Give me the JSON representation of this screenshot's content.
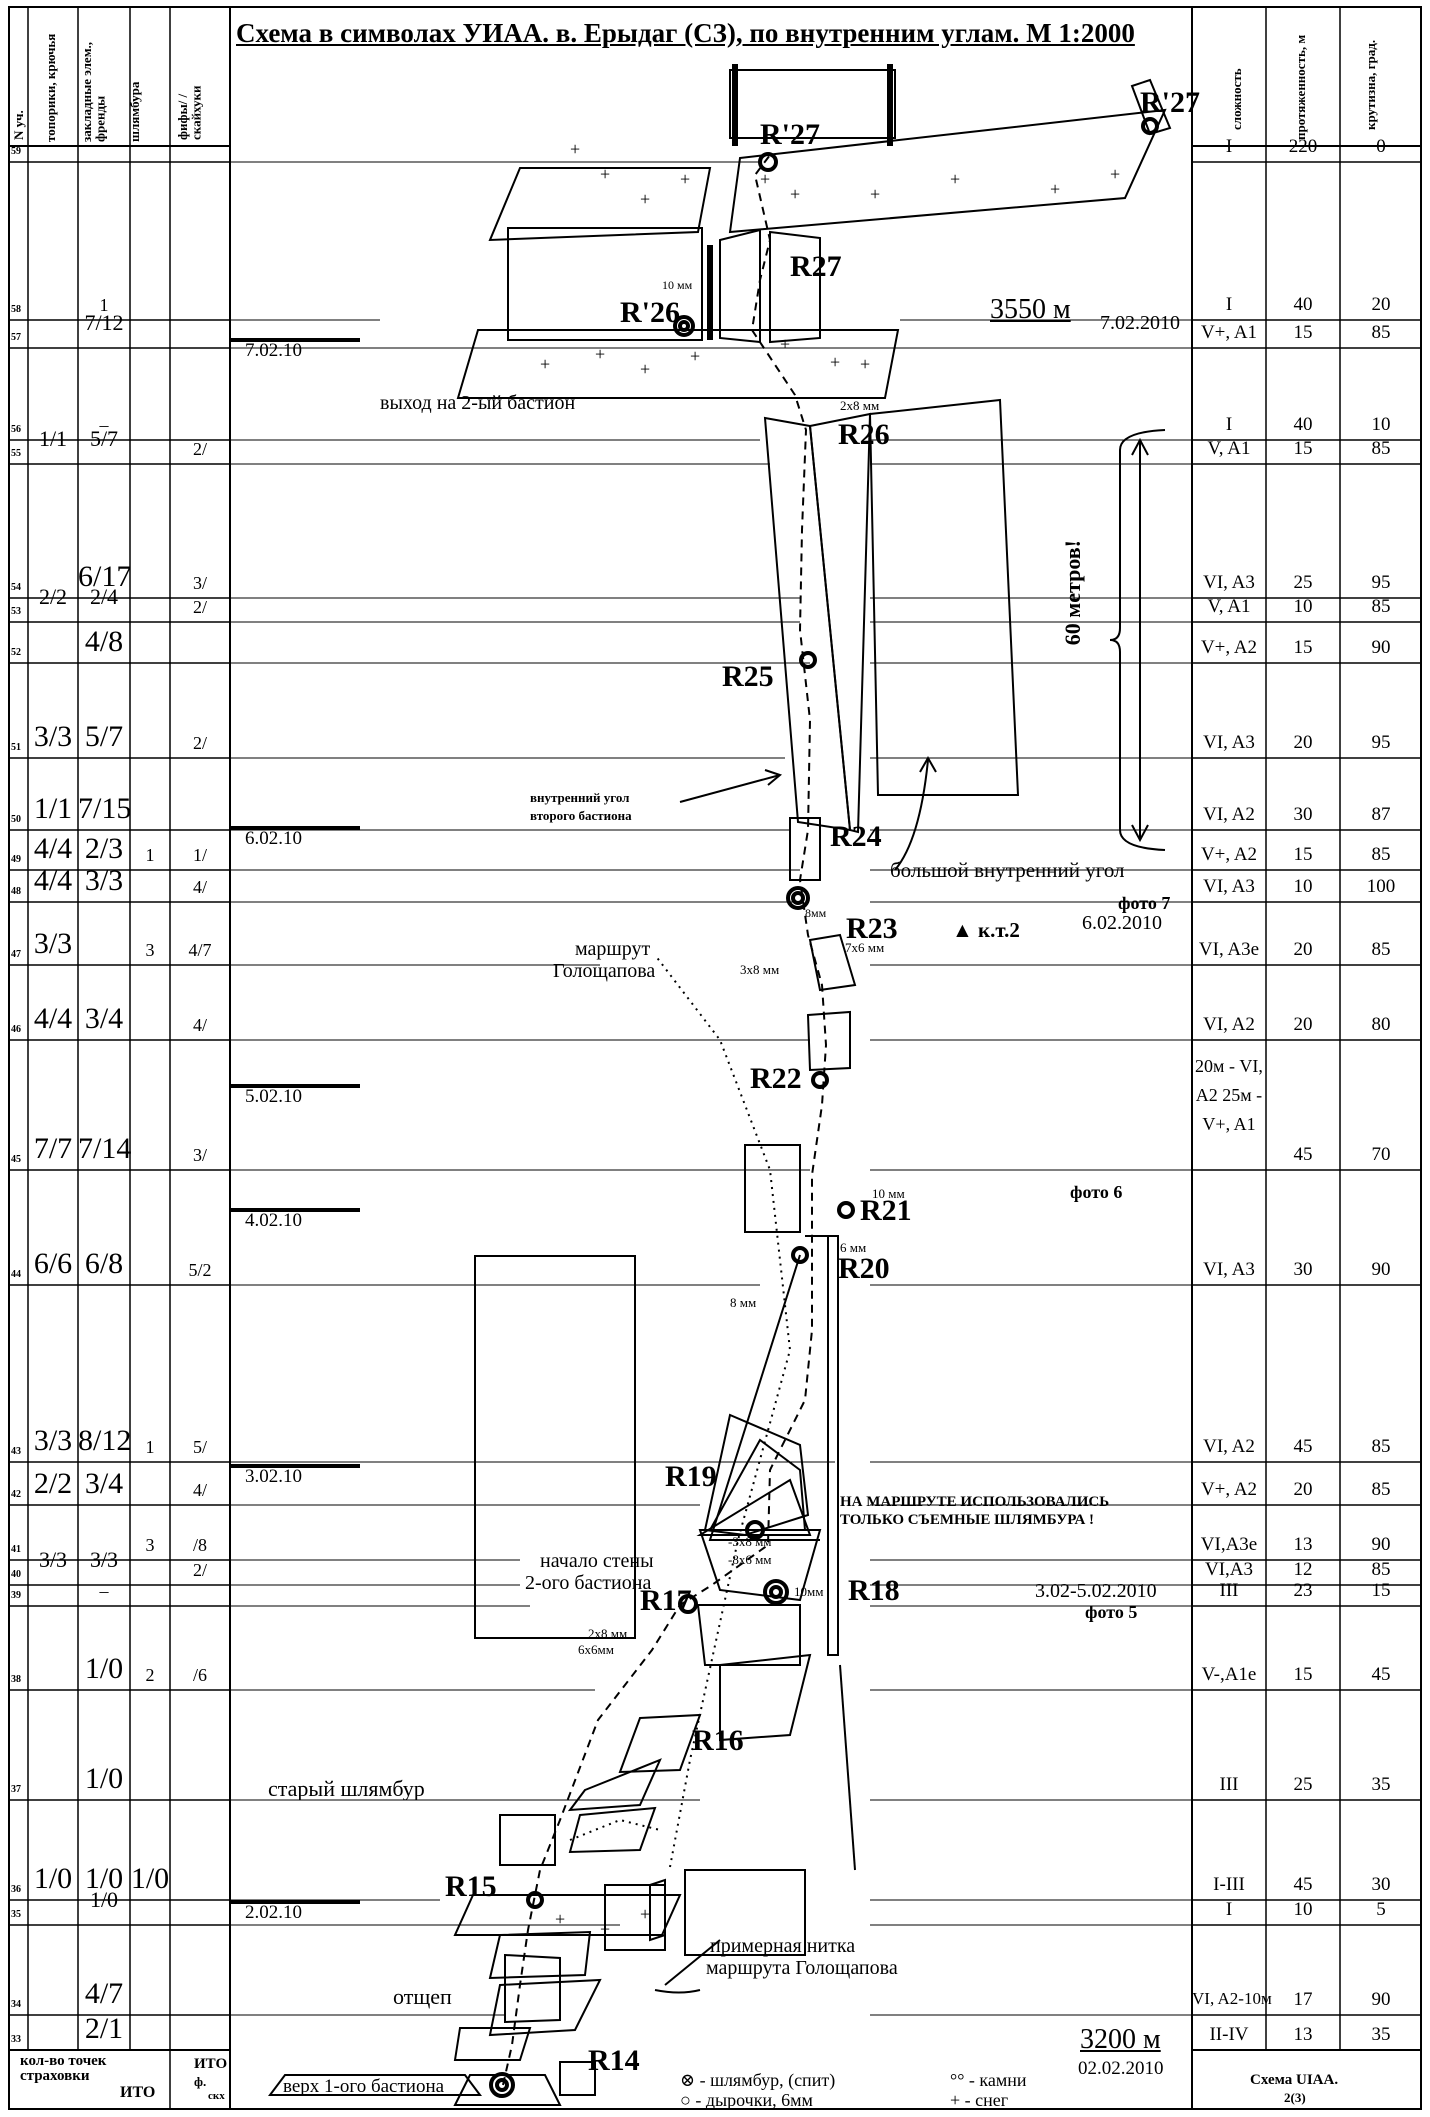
{
  "title": "Схема в символах УИАА. в. Ерыдаг (СЗ), по внутренним углам.  М 1:2000",
  "headers": {
    "n": "N уч.",
    "pitons": "топорики, крючья",
    "nuts": "закладные элем., френды",
    "bolts": "шлямбура",
    "hooks": "фифы/ /скайхуки",
    "difficulty": "сложность",
    "length": "протяженность, м",
    "angle": "крутизна, град."
  },
  "rows": [
    {
      "n": "59",
      "pitons": "",
      "nuts": "",
      "bolts": "",
      "hooks": "",
      "difficulty": "I",
      "length": "220",
      "angle": "0"
    },
    {
      "n": "58",
      "pitons": "",
      "nuts": "1",
      "bolts": "",
      "hooks": "",
      "difficulty": "I",
      "length": "40",
      "angle": "20"
    },
    {
      "n": "57",
      "pitons": "",
      "nuts": "7/12",
      "bolts": "",
      "hooks": "",
      "difficulty": "V+, A1",
      "length": "15",
      "angle": "85"
    },
    {
      "n": "56",
      "pitons": "",
      "nuts": "–",
      "bolts": "",
      "hooks": "",
      "difficulty": "I",
      "length": "40",
      "angle": "10"
    },
    {
      "n": "55",
      "pitons": "1/1",
      "nuts": "5/7",
      "bolts": "",
      "hooks": "2/",
      "difficulty": "V, A1",
      "length": "15",
      "angle": "85"
    },
    {
      "n": "54",
      "pitons": "",
      "nuts": "6/17",
      "bolts": "",
      "hooks": "3/",
      "difficulty": "VI, A3",
      "length": "25",
      "angle": "95"
    },
    {
      "n": "53",
      "pitons": "2/2",
      "nuts": "2/4",
      "bolts": "",
      "hooks": "2/",
      "difficulty": "V, A1",
      "length": "10",
      "angle": "85"
    },
    {
      "n": "52",
      "pitons": "",
      "nuts": "4/8",
      "bolts": "",
      "hooks": "",
      "difficulty": "V+, A2",
      "length": "15",
      "angle": "90"
    },
    {
      "n": "51",
      "pitons": "3/3",
      "nuts": "5/7",
      "bolts": "",
      "hooks": "2/",
      "difficulty": "VI, A3",
      "length": "20",
      "angle": "95"
    },
    {
      "n": "50",
      "pitons": "1/1",
      "nuts": "7/15",
      "bolts": "",
      "hooks": "",
      "difficulty": "VI, A2",
      "length": "30",
      "angle": "87"
    },
    {
      "n": "49",
      "pitons": "4/4",
      "nuts": "2/3",
      "bolts": "1",
      "hooks": "1/",
      "difficulty": "V+, A2",
      "length": "15",
      "angle": "85"
    },
    {
      "n": "48",
      "pitons": "4/4",
      "nuts": "3/3",
      "bolts": "",
      "hooks": "4/",
      "difficulty": "VI, A3",
      "length": "10",
      "angle": "100"
    },
    {
      "n": "47",
      "pitons": "3/3",
      "nuts": "",
      "bolts": "3",
      "hooks": "4/7",
      "difficulty": "VI, A3e",
      "length": "20",
      "angle": "85"
    },
    {
      "n": "46",
      "pitons": "4/4",
      "nuts": "3/4",
      "bolts": "",
      "hooks": "4/",
      "difficulty": "VI, A2",
      "length": "20",
      "angle": "80"
    },
    {
      "n": "45",
      "pitons": "7/7",
      "nuts": "7/14",
      "bolts": "",
      "hooks": "3/",
      "difficulty": "20м - VI, A2 25м - V+, A1",
      "length": "45",
      "angle": "70"
    },
    {
      "n": "44",
      "pitons": "6/6",
      "nuts": "6/8",
      "bolts": "",
      "hooks": "5/2",
      "difficulty": "VI, A3",
      "length": "30",
      "angle": "90"
    },
    {
      "n": "43",
      "pitons": "3/3",
      "nuts": "8/12",
      "bolts": "1",
      "hooks": "5/",
      "difficulty": "VI, A2",
      "length": "45",
      "angle": "85"
    },
    {
      "n": "42",
      "pitons": "2/2",
      "nuts": "3/4",
      "bolts": "",
      "hooks": "4/",
      "difficulty": "V+, A2",
      "length": "20",
      "angle": "85"
    },
    {
      "n": "41",
      "pitons": "",
      "nuts": "",
      "bolts": "3",
      "hooks": "/8",
      "difficulty": "VI,A3e",
      "length": "13",
      "angle": "90"
    },
    {
      "n": "40",
      "pitons": "3/3",
      "nuts": "3/3",
      "bolts": "",
      "hooks": "2/",
      "difficulty": "VI,A3",
      "length": "12",
      "angle": "85"
    },
    {
      "n": "39",
      "pitons": "",
      "nuts": "–",
      "bolts": "",
      "hooks": "",
      "difficulty": "III",
      "length": "23",
      "angle": "15"
    },
    {
      "n": "38",
      "pitons": "",
      "nuts": "1/0",
      "bolts": "2",
      "hooks": "/6",
      "difficulty": "V-,A1e",
      "length": "15",
      "angle": "45"
    },
    {
      "n": "37",
      "pitons": "",
      "nuts": "1/0",
      "bolts": "",
      "hooks": "",
      "difficulty": "III",
      "length": "25",
      "angle": "35"
    },
    {
      "n": "36",
      "pitons": "1/0",
      "nuts": "1/0",
      "bolts": "1/0",
      "hooks": "",
      "difficulty": "I-III",
      "length": "45",
      "angle": "30"
    },
    {
      "n": "35",
      "pitons": "",
      "nuts": "1/0",
      "bolts": "",
      "hooks": "",
      "difficulty": "I",
      "length": "10",
      "angle": "5"
    },
    {
      "n": "34",
      "pitons": "",
      "nuts": "4/7",
      "bolts": "",
      "hooks": "",
      "difficulty": "VI, A2-10м",
      "length": "17",
      "angle": "90"
    },
    {
      "n": "33",
      "pitons": "",
      "nuts": "2/1",
      "bolts": "",
      "hooks": "",
      "difficulty": "II-IV",
      "length": "13",
      "angle": "35"
    }
  ],
  "footer": {
    "points_label": "кол-во точек страховки",
    "itogo": "ИТО",
    "f_label": "ф.",
    "skx_label": "скх",
    "scheme_label": "Схема UIAA.",
    "scheme_page": "2(3)"
  },
  "dates": {
    "d1": "7.02.10",
    "d2": "6.02.10",
    "d3": "5.02.10",
    "d4": "4.02.10",
    "d5": "3.02.10",
    "d6": "2.02.10"
  },
  "labels": {
    "alt_top": "3550 м",
    "alt_top_date": "7.02.2010",
    "exit_bastion": "выход на 2-ый бастион",
    "inner_corner_1": "внутренний угол",
    "inner_corner_2": "второго бастиона",
    "big_corner": "большой внутренний угол",
    "meters60": "60 метров!",
    "photo7": "фото 7",
    "photo7_date": "6.02.2010",
    "kt2": "к.т.2",
    "route_g1": "маршрут",
    "route_g2": "Голощапова",
    "photo6": "фото 6",
    "only_bolts_1": "НА МАРШРУТЕ ИСПОЛЬЗОВАЛИСЬ",
    "only_bolts_2": "ТОЛЬКО СЪЕМНЫЕ ШЛЯМБУРА !",
    "wall_start_1": "начало стены",
    "wall_start_2": "2-ого бастиона",
    "range_date": "3.02-5.02.2010",
    "photo5": "фото 5",
    "old_bolt": "старый шлямбур",
    "approx_1": "примерная нитка",
    "approx_2": "маршрута Голощапова",
    "flake": "отщеп",
    "alt_bottom": "3200 м",
    "alt_bottom_date": "02.02.2010",
    "top_bastion1": "верх 1-ого бастиона",
    "legend_bolt": "- шлямбур, (спит)",
    "legend_hole": "- дырочки, 6мм",
    "legend_stones": "- камни",
    "legend_snow": "+ - снег",
    "mm10a": "10 мм",
    "mm2x8a": "2х8 мм",
    "mm8": "8мм",
    "mm7x6": "7х6 мм",
    "mm3x8": "3х8 мм",
    "mm10b": "10 мм",
    "mm6": "6 мм",
    "mm8b": "8 мм",
    "mm3x8b": "-3х8 мм",
    "mm8x6": "-8х6 мм",
    "mm10c": "10мм",
    "mm2x8b": "2х8 мм",
    "mm6x6": "6х6мм"
  },
  "relays": {
    "r27a": "R'27",
    "r27b": "R'27",
    "r27c": "R27",
    "r26a": "R'26",
    "r26": "R26",
    "r25": "R25",
    "r24": "R24",
    "r23": "R23",
    "r22": "R22",
    "r21": "R21",
    "r20": "R20",
    "r19": "R19",
    "r18": "R18",
    "r17": "R17",
    "r16": "R16",
    "r15": "R15",
    "r14": "R14"
  }
}
